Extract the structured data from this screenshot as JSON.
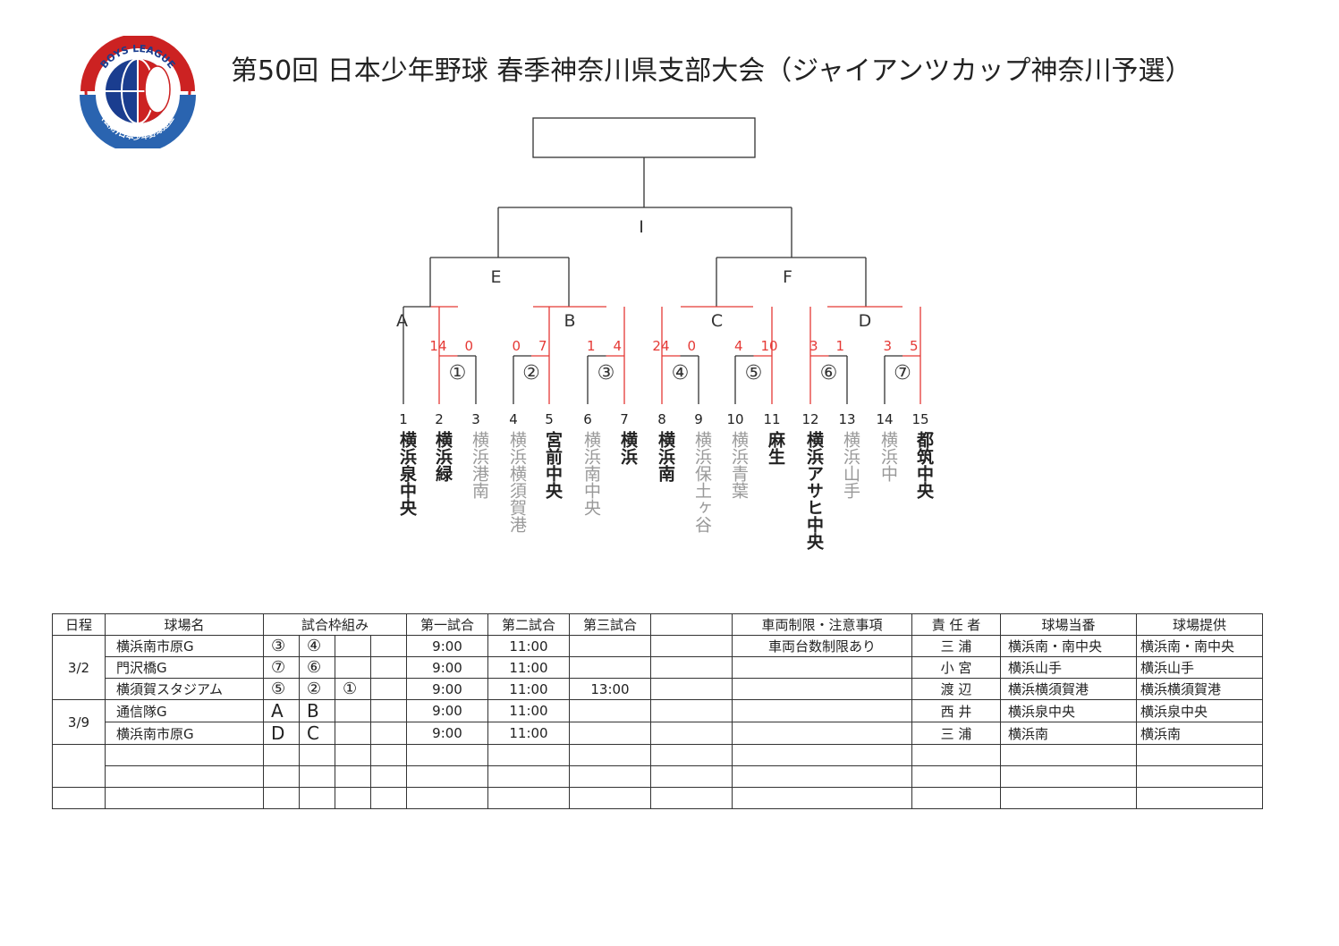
{
  "title": "第50回 日本少年野球 春季神奈川県支部大会（ジャイアンツカップ神奈川予選）",
  "logo": {
    "top_text": "BOYS LEAGUE",
    "bottom_text": "(公財)日本少年野球連盟"
  },
  "bracket": {
    "final_label": "",
    "semifinal_label": "I",
    "quarter_labels": [
      "E",
      "F"
    ],
    "round2_labels": [
      "A",
      "B",
      "C",
      "D"
    ],
    "match_marks": [
      "①",
      "②",
      "③",
      "④",
      "⑤",
      "⑥",
      "⑦"
    ],
    "scores": [
      [
        "14",
        "0"
      ],
      [
        "0",
        "7"
      ],
      [
        "1",
        "4"
      ],
      [
        "24",
        "0"
      ],
      [
        "4",
        "10"
      ],
      [
        "3",
        "1"
      ],
      [
        "3",
        "5"
      ]
    ],
    "teams": [
      {
        "num": "1",
        "name": "横浜泉中央",
        "lost": false
      },
      {
        "num": "2",
        "name": "横浜緑",
        "lost": false
      },
      {
        "num": "3",
        "name": "横浜港南",
        "lost": true
      },
      {
        "num": "4",
        "name": "横浜横須賀港",
        "lost": true
      },
      {
        "num": "5",
        "name": "宮前中央",
        "lost": false
      },
      {
        "num": "6",
        "name": "横浜南中央",
        "lost": true
      },
      {
        "num": "7",
        "name": "横浜",
        "lost": false
      },
      {
        "num": "8",
        "name": "横浜南",
        "lost": false
      },
      {
        "num": "9",
        "name": "横浜保土ヶ谷",
        "lost": true
      },
      {
        "num": "10",
        "name": "横浜青葉",
        "lost": true
      },
      {
        "num": "11",
        "name": "麻生",
        "lost": false
      },
      {
        "num": "12",
        "name": "横浜アサヒ中央",
        "lost": false
      },
      {
        "num": "13",
        "name": "横浜山手",
        "lost": true
      },
      {
        "num": "14",
        "name": "横浜中",
        "lost": true
      },
      {
        "num": "15",
        "name": "都筑中央",
        "lost": false
      }
    ],
    "colors": {
      "line": "#333333",
      "winner": "#e53935",
      "lost_text": "#999999"
    }
  },
  "schedule": {
    "headers": {
      "date": "日程",
      "venue": "球場名",
      "slots": "試合枠組み",
      "game1": "第一試合",
      "game2": "第二試合",
      "game3": "第三試合",
      "notes": "車両制限・注意事項",
      "manager": "責 任 者",
      "duty": "球場当番",
      "provider": "球場提供"
    },
    "dates": [
      "3/2",
      "3/9"
    ],
    "rows": [
      {
        "venue": "横浜南市原G",
        "slots": [
          "③",
          "④",
          "",
          ""
        ],
        "game1": "9:00",
        "game2": "11:00",
        "game3": "",
        "blank": "",
        "notes": "車両台数制限あり",
        "manager": "三 浦",
        "duty": "横浜南・南中央",
        "provider": "横浜南・南中央"
      },
      {
        "venue": "門沢橋G",
        "slots": [
          "⑦",
          "⑥",
          "",
          ""
        ],
        "game1": "9:00",
        "game2": "11:00",
        "game3": "",
        "blank": "",
        "notes": "",
        "manager": "小 宮",
        "duty": "横浜山手",
        "provider": "横浜山手"
      },
      {
        "venue": "横須賀スタジアム",
        "slots": [
          "⑤",
          "②",
          "①",
          ""
        ],
        "game1": "9:00",
        "game2": "11:00",
        "game3": "13:00",
        "blank": "",
        "notes": "",
        "manager": "渡 辺",
        "duty": "横浜横須賀港",
        "provider": "横浜横須賀港"
      },
      {
        "venue": "通信隊G",
        "slots": [
          "A",
          "B",
          "",
          ""
        ],
        "game1": "9:00",
        "game2": "11:00",
        "game3": "",
        "blank": "",
        "notes": "",
        "manager": "西 井",
        "duty": "横浜泉中央",
        "provider": "横浜泉中央"
      },
      {
        "venue": "横浜南市原G",
        "slots": [
          "D",
          "C",
          "",
          ""
        ],
        "game1": "9:00",
        "game2": "11:00",
        "game3": "",
        "blank": "",
        "notes": "",
        "manager": "三 浦",
        "duty": "横浜南",
        "provider": "横浜南"
      }
    ]
  }
}
